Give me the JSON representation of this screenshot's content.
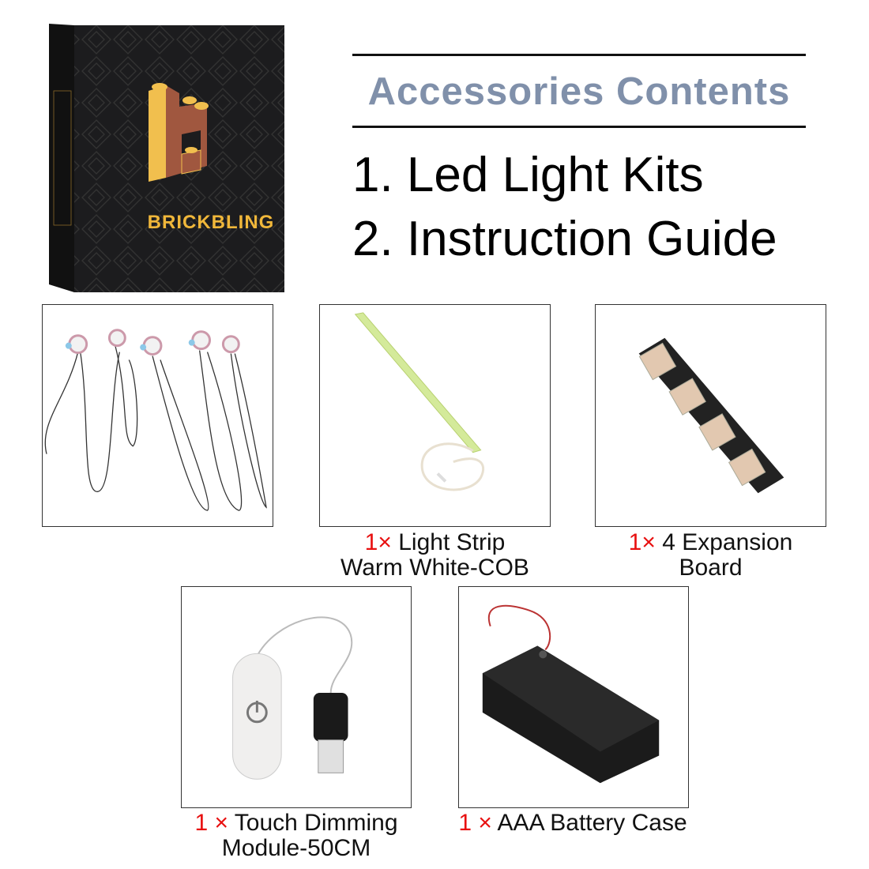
{
  "product_box": {
    "brand": "BRICKBLING"
  },
  "header": {
    "title": "Accessories Contents",
    "items": [
      "1. Led Light Kits",
      "2. Instruction Guide"
    ]
  },
  "components": [
    {
      "name": "led-lights",
      "qty": "",
      "caption": []
    },
    {
      "name": "light-strip",
      "qty": "1×",
      "caption": [
        "Light Strip",
        "Warm White-COB"
      ]
    },
    {
      "name": "expansion-board",
      "qty": "1×",
      "caption": [
        "4 Expansion",
        "Board"
      ]
    },
    {
      "name": "touch-dimming-module",
      "qty": "1 ×",
      "caption": [
        "Touch Dimming",
        "Module-50CM"
      ]
    },
    {
      "name": "battery-case",
      "qty": "1 ×",
      "caption": [
        "AAA Battery Case"
      ]
    }
  ],
  "colors": {
    "title": "#8090aa",
    "qty": "#e81010",
    "brand_gold": "#f0b73a"
  }
}
